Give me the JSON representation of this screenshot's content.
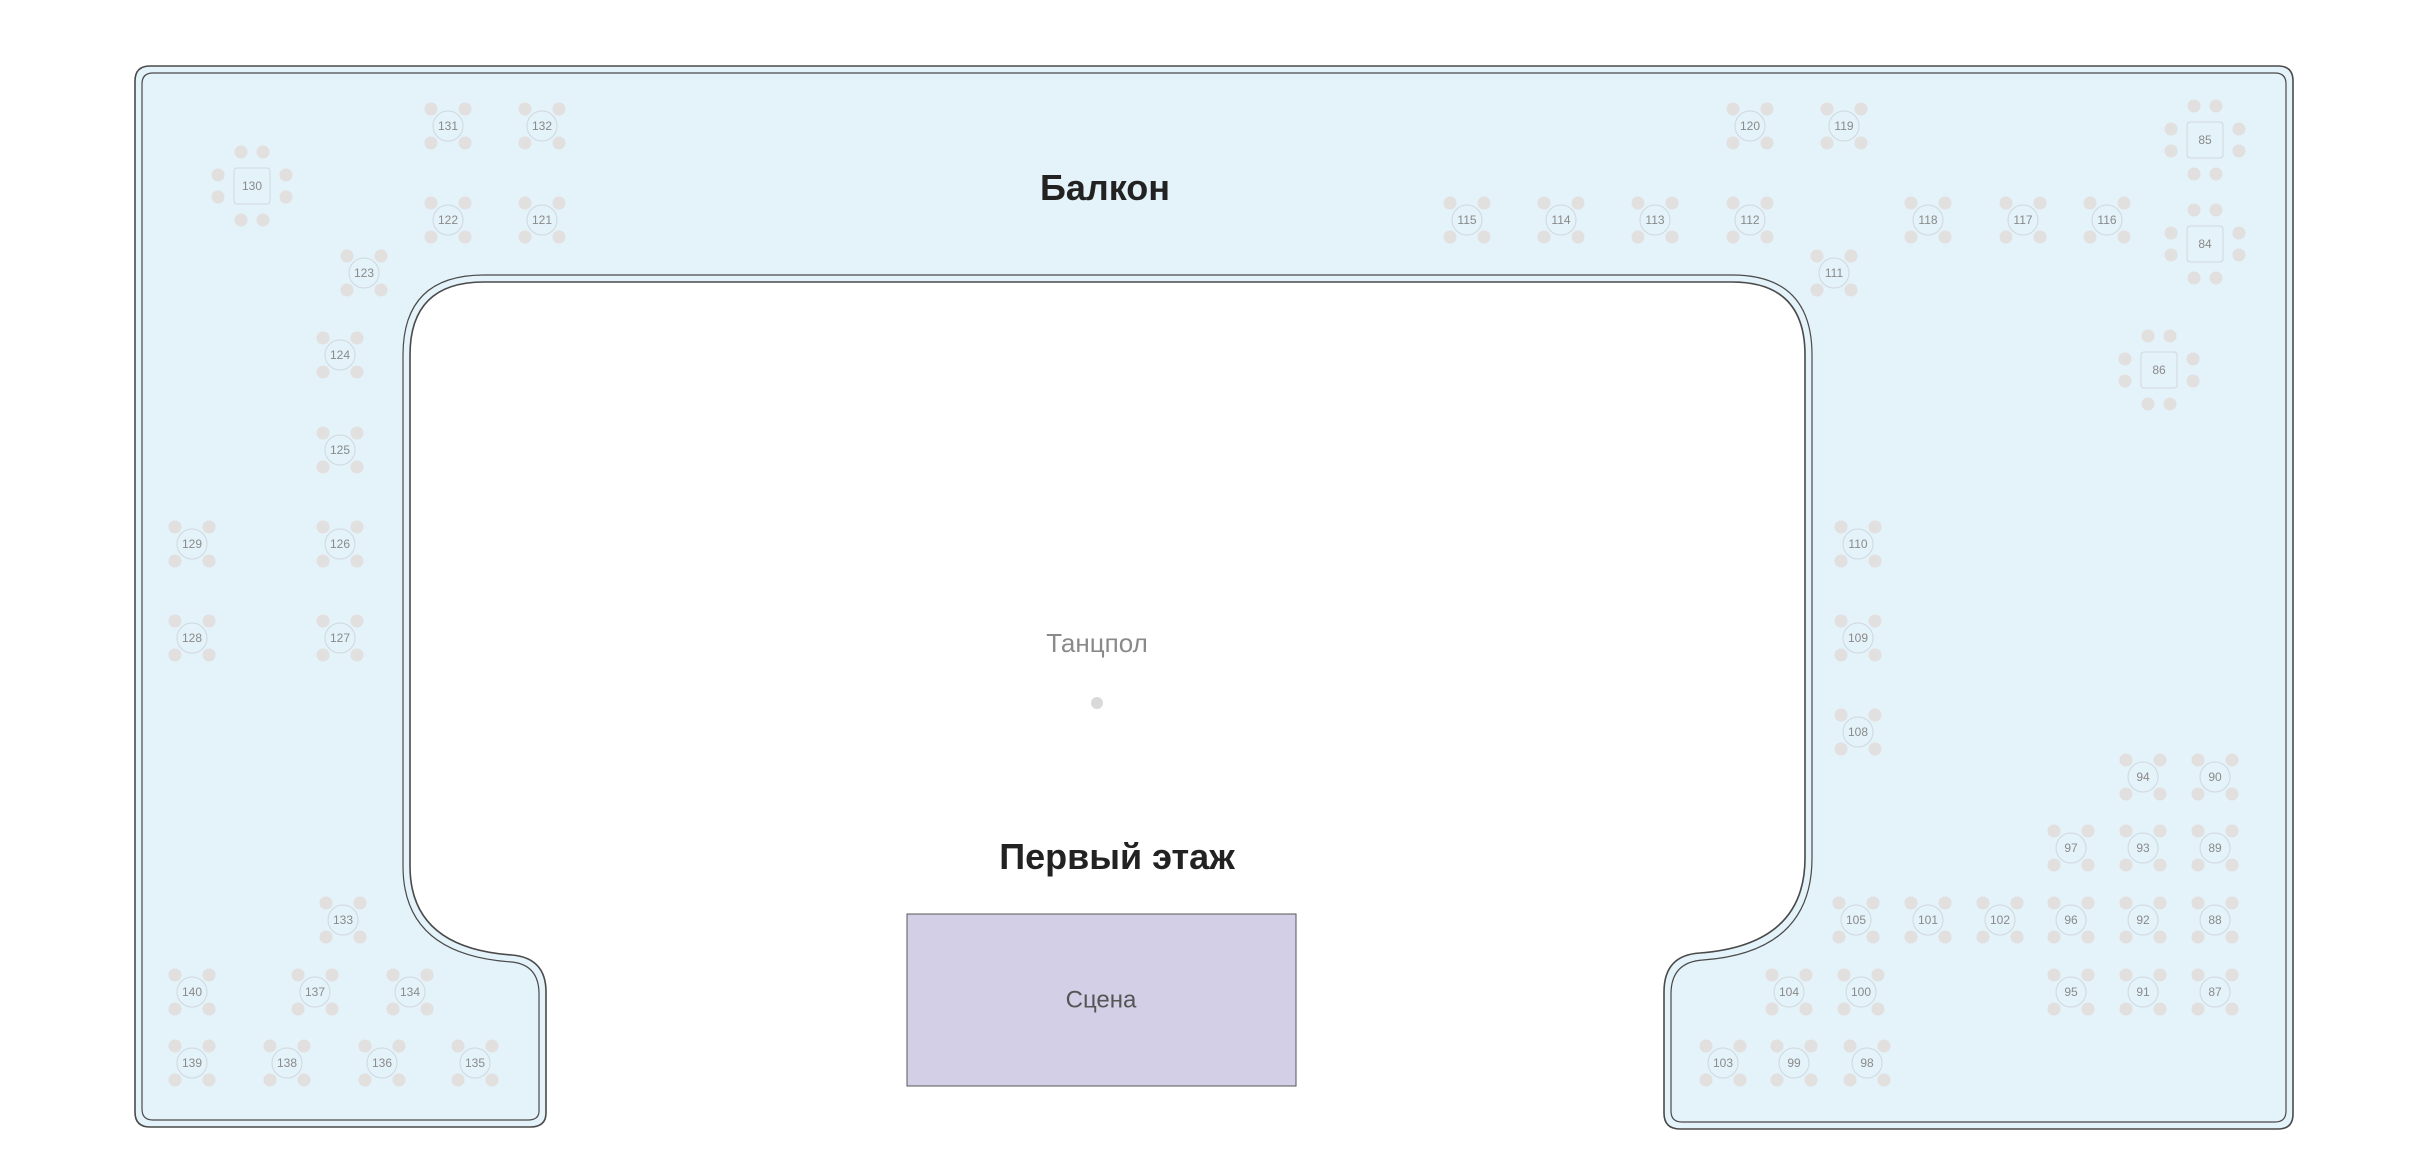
{
  "map": {
    "balcony_label": "Балкон",
    "first_floor_label": "Первый этаж",
    "dancefloor_label": "Танцпол",
    "stage_label": "Сцена",
    "colors": {
      "balcony_fill": "#e4f2f9",
      "outline": "#4a4a4a",
      "seat": "#e2dfdf",
      "stage_fill": "#d3cfe6",
      "stage_stroke": "#555555"
    }
  },
  "tables": [
    {
      "id": "131",
      "kind": "small"
    },
    {
      "id": "132",
      "kind": "small"
    },
    {
      "id": "130",
      "kind": "large"
    },
    {
      "id": "122",
      "kind": "small"
    },
    {
      "id": "121",
      "kind": "small"
    },
    {
      "id": "123",
      "kind": "small"
    },
    {
      "id": "124",
      "kind": "small"
    },
    {
      "id": "125",
      "kind": "small"
    },
    {
      "id": "129",
      "kind": "small"
    },
    {
      "id": "126",
      "kind": "small"
    },
    {
      "id": "128",
      "kind": "small"
    },
    {
      "id": "127",
      "kind": "small"
    },
    {
      "id": "133",
      "kind": "small"
    },
    {
      "id": "140",
      "kind": "small"
    },
    {
      "id": "137",
      "kind": "small"
    },
    {
      "id": "134",
      "kind": "small"
    },
    {
      "id": "139",
      "kind": "small"
    },
    {
      "id": "138",
      "kind": "small"
    },
    {
      "id": "136",
      "kind": "small"
    },
    {
      "id": "135",
      "kind": "small"
    },
    {
      "id": "120",
      "kind": "small"
    },
    {
      "id": "119",
      "kind": "small"
    },
    {
      "id": "85",
      "kind": "large"
    },
    {
      "id": "115",
      "kind": "small"
    },
    {
      "id": "114",
      "kind": "small"
    },
    {
      "id": "113",
      "kind": "small"
    },
    {
      "id": "112",
      "kind": "small"
    },
    {
      "id": "118",
      "kind": "small"
    },
    {
      "id": "117",
      "kind": "small"
    },
    {
      "id": "116",
      "kind": "small"
    },
    {
      "id": "84",
      "kind": "large"
    },
    {
      "id": "111",
      "kind": "small"
    },
    {
      "id": "86",
      "kind": "large"
    },
    {
      "id": "110",
      "kind": "small"
    },
    {
      "id": "109",
      "kind": "small"
    },
    {
      "id": "108",
      "kind": "small"
    },
    {
      "id": "94",
      "kind": "small"
    },
    {
      "id": "90",
      "kind": "small"
    },
    {
      "id": "97",
      "kind": "small"
    },
    {
      "id": "93",
      "kind": "small"
    },
    {
      "id": "89",
      "kind": "small"
    },
    {
      "id": "105",
      "kind": "small"
    },
    {
      "id": "101",
      "kind": "small"
    },
    {
      "id": "102",
      "kind": "small"
    },
    {
      "id": "96",
      "kind": "small"
    },
    {
      "id": "92",
      "kind": "small"
    },
    {
      "id": "88",
      "kind": "small"
    },
    {
      "id": "104",
      "kind": "small"
    },
    {
      "id": "100",
      "kind": "small"
    },
    {
      "id": "95",
      "kind": "small"
    },
    {
      "id": "91",
      "kind": "small"
    },
    {
      "id": "87",
      "kind": "small"
    },
    {
      "id": "103",
      "kind": "small"
    },
    {
      "id": "99",
      "kind": "small"
    },
    {
      "id": "98",
      "kind": "small"
    }
  ]
}
